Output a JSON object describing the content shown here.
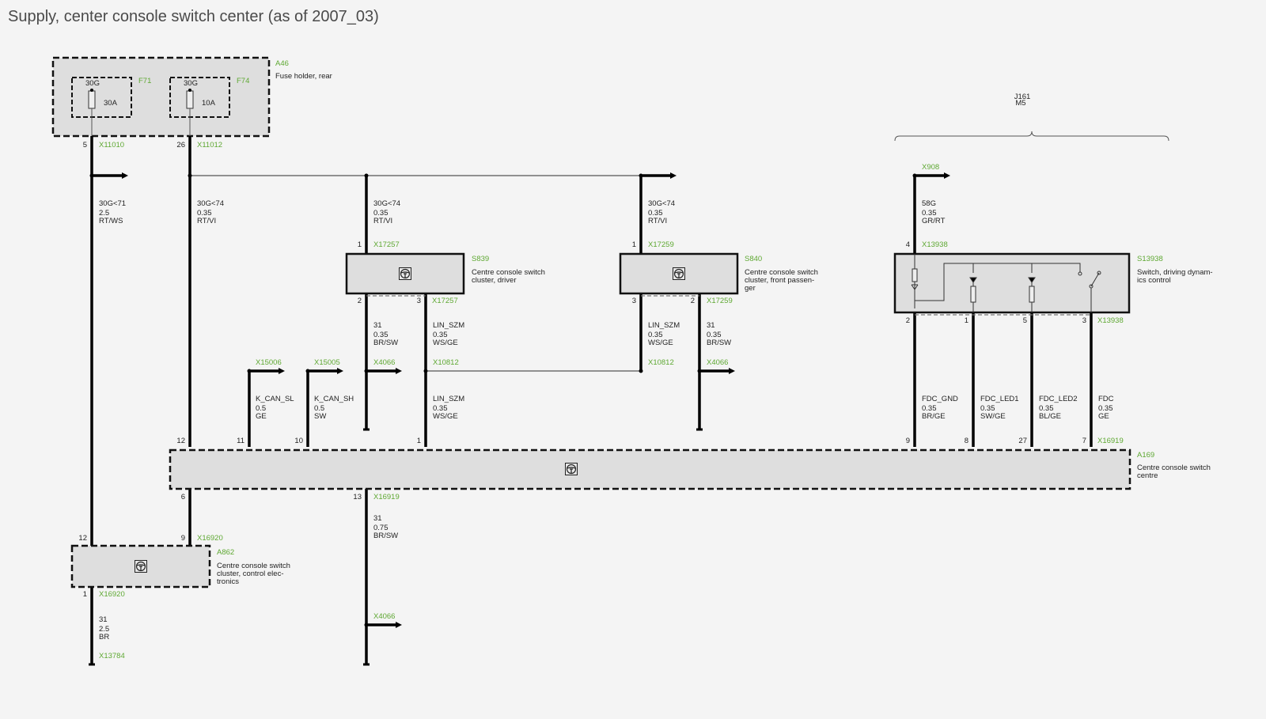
{
  "title": "Supply, center console switch center (as of 2007_03)",
  "components": {
    "A46": {
      "id": "A46",
      "desc": [
        "Fuse holder, rear"
      ]
    },
    "F71": {
      "id": "F71",
      "terminal": "30G",
      "rating": "30A"
    },
    "F74": {
      "id": "F74",
      "terminal": "30G",
      "rating": "10A"
    },
    "S839": {
      "id": "S839",
      "desc": [
        "Centre console switch",
        "cluster, driver"
      ]
    },
    "S840": {
      "id": "S840",
      "desc": [
        "Centre console switch",
        "cluster, front passen-",
        "ger"
      ]
    },
    "S13938": {
      "id": "S13938",
      "desc": [
        "Switch, driving dynam-",
        "ics control"
      ]
    },
    "A169": {
      "id": "A169",
      "desc": [
        "Centre console switch",
        "centre"
      ]
    },
    "A862": {
      "id": "A862",
      "desc": [
        "Centre console switch",
        "cluster, control elec-",
        "tronics"
      ]
    }
  },
  "variant": {
    "code": "J161",
    "model": "M5"
  },
  "wires": [
    {
      "signal": "30G<71",
      "size": "2.5",
      "color": "RT/WS"
    },
    {
      "signal": "30G<74",
      "size": "0.35",
      "color": "RT/VI"
    },
    {
      "signal": "30G<74",
      "size": "0.35",
      "color": "RT/VI"
    },
    {
      "signal": "30G<74",
      "size": "0.35",
      "color": "RT/VI"
    },
    {
      "signal": "31",
      "size": "0.35",
      "color": "BR/SW"
    },
    {
      "signal": "LIN_SZM",
      "size": "0.35",
      "color": "WS/GE"
    },
    {
      "signal": "LIN_SZM",
      "size": "0.35",
      "color": "WS/GE"
    },
    {
      "signal": "31",
      "size": "0.35",
      "color": "BR/SW"
    },
    {
      "signal": "K_CAN_SL",
      "size": "0.5",
      "color": "GE"
    },
    {
      "signal": "K_CAN_SH",
      "size": "0.5",
      "color": "SW"
    },
    {
      "signal": "LIN_SZM",
      "size": "0.35",
      "color": "WS/GE"
    },
    {
      "signal": "58G",
      "size": "0.35",
      "color": "GR/RT"
    },
    {
      "signal": "FDC_GND",
      "size": "0.35",
      "color": "BR/GE"
    },
    {
      "signal": "FDC_LED1",
      "size": "0.35",
      "color": "SW/GE"
    },
    {
      "signal": "FDC_LED2",
      "size": "0.35",
      "color": "BL/GE"
    },
    {
      "signal": "FDC",
      "size": "0.35",
      "color": "GE"
    },
    {
      "signal": "31",
      "size": "0.75",
      "color": "BR/SW"
    },
    {
      "signal": "31",
      "size": "2.5",
      "color": "BR"
    }
  ],
  "connectors": [
    "X11010",
    "X11012",
    "X17257",
    "X17259",
    "X17257",
    "X17259",
    "X15006",
    "X15005",
    "X4066",
    "X10812",
    "X10812",
    "X4066",
    "X908",
    "X13938",
    "X13938",
    "X16919",
    "X16919",
    "X16920",
    "X16920",
    "X4066",
    "X13784"
  ],
  "pins": [
    "5",
    "26",
    "1",
    "1",
    "2",
    "3",
    "3",
    "2",
    "12",
    "11",
    "10",
    "1",
    "9",
    "8",
    "27",
    "7",
    "4",
    "2",
    "1",
    "5",
    "3",
    "6",
    "13",
    "12",
    "9",
    "1"
  ],
  "colors": {
    "connector_label": "#5ea832",
    "component_fill": "#dedede",
    "wire": "#000000"
  }
}
